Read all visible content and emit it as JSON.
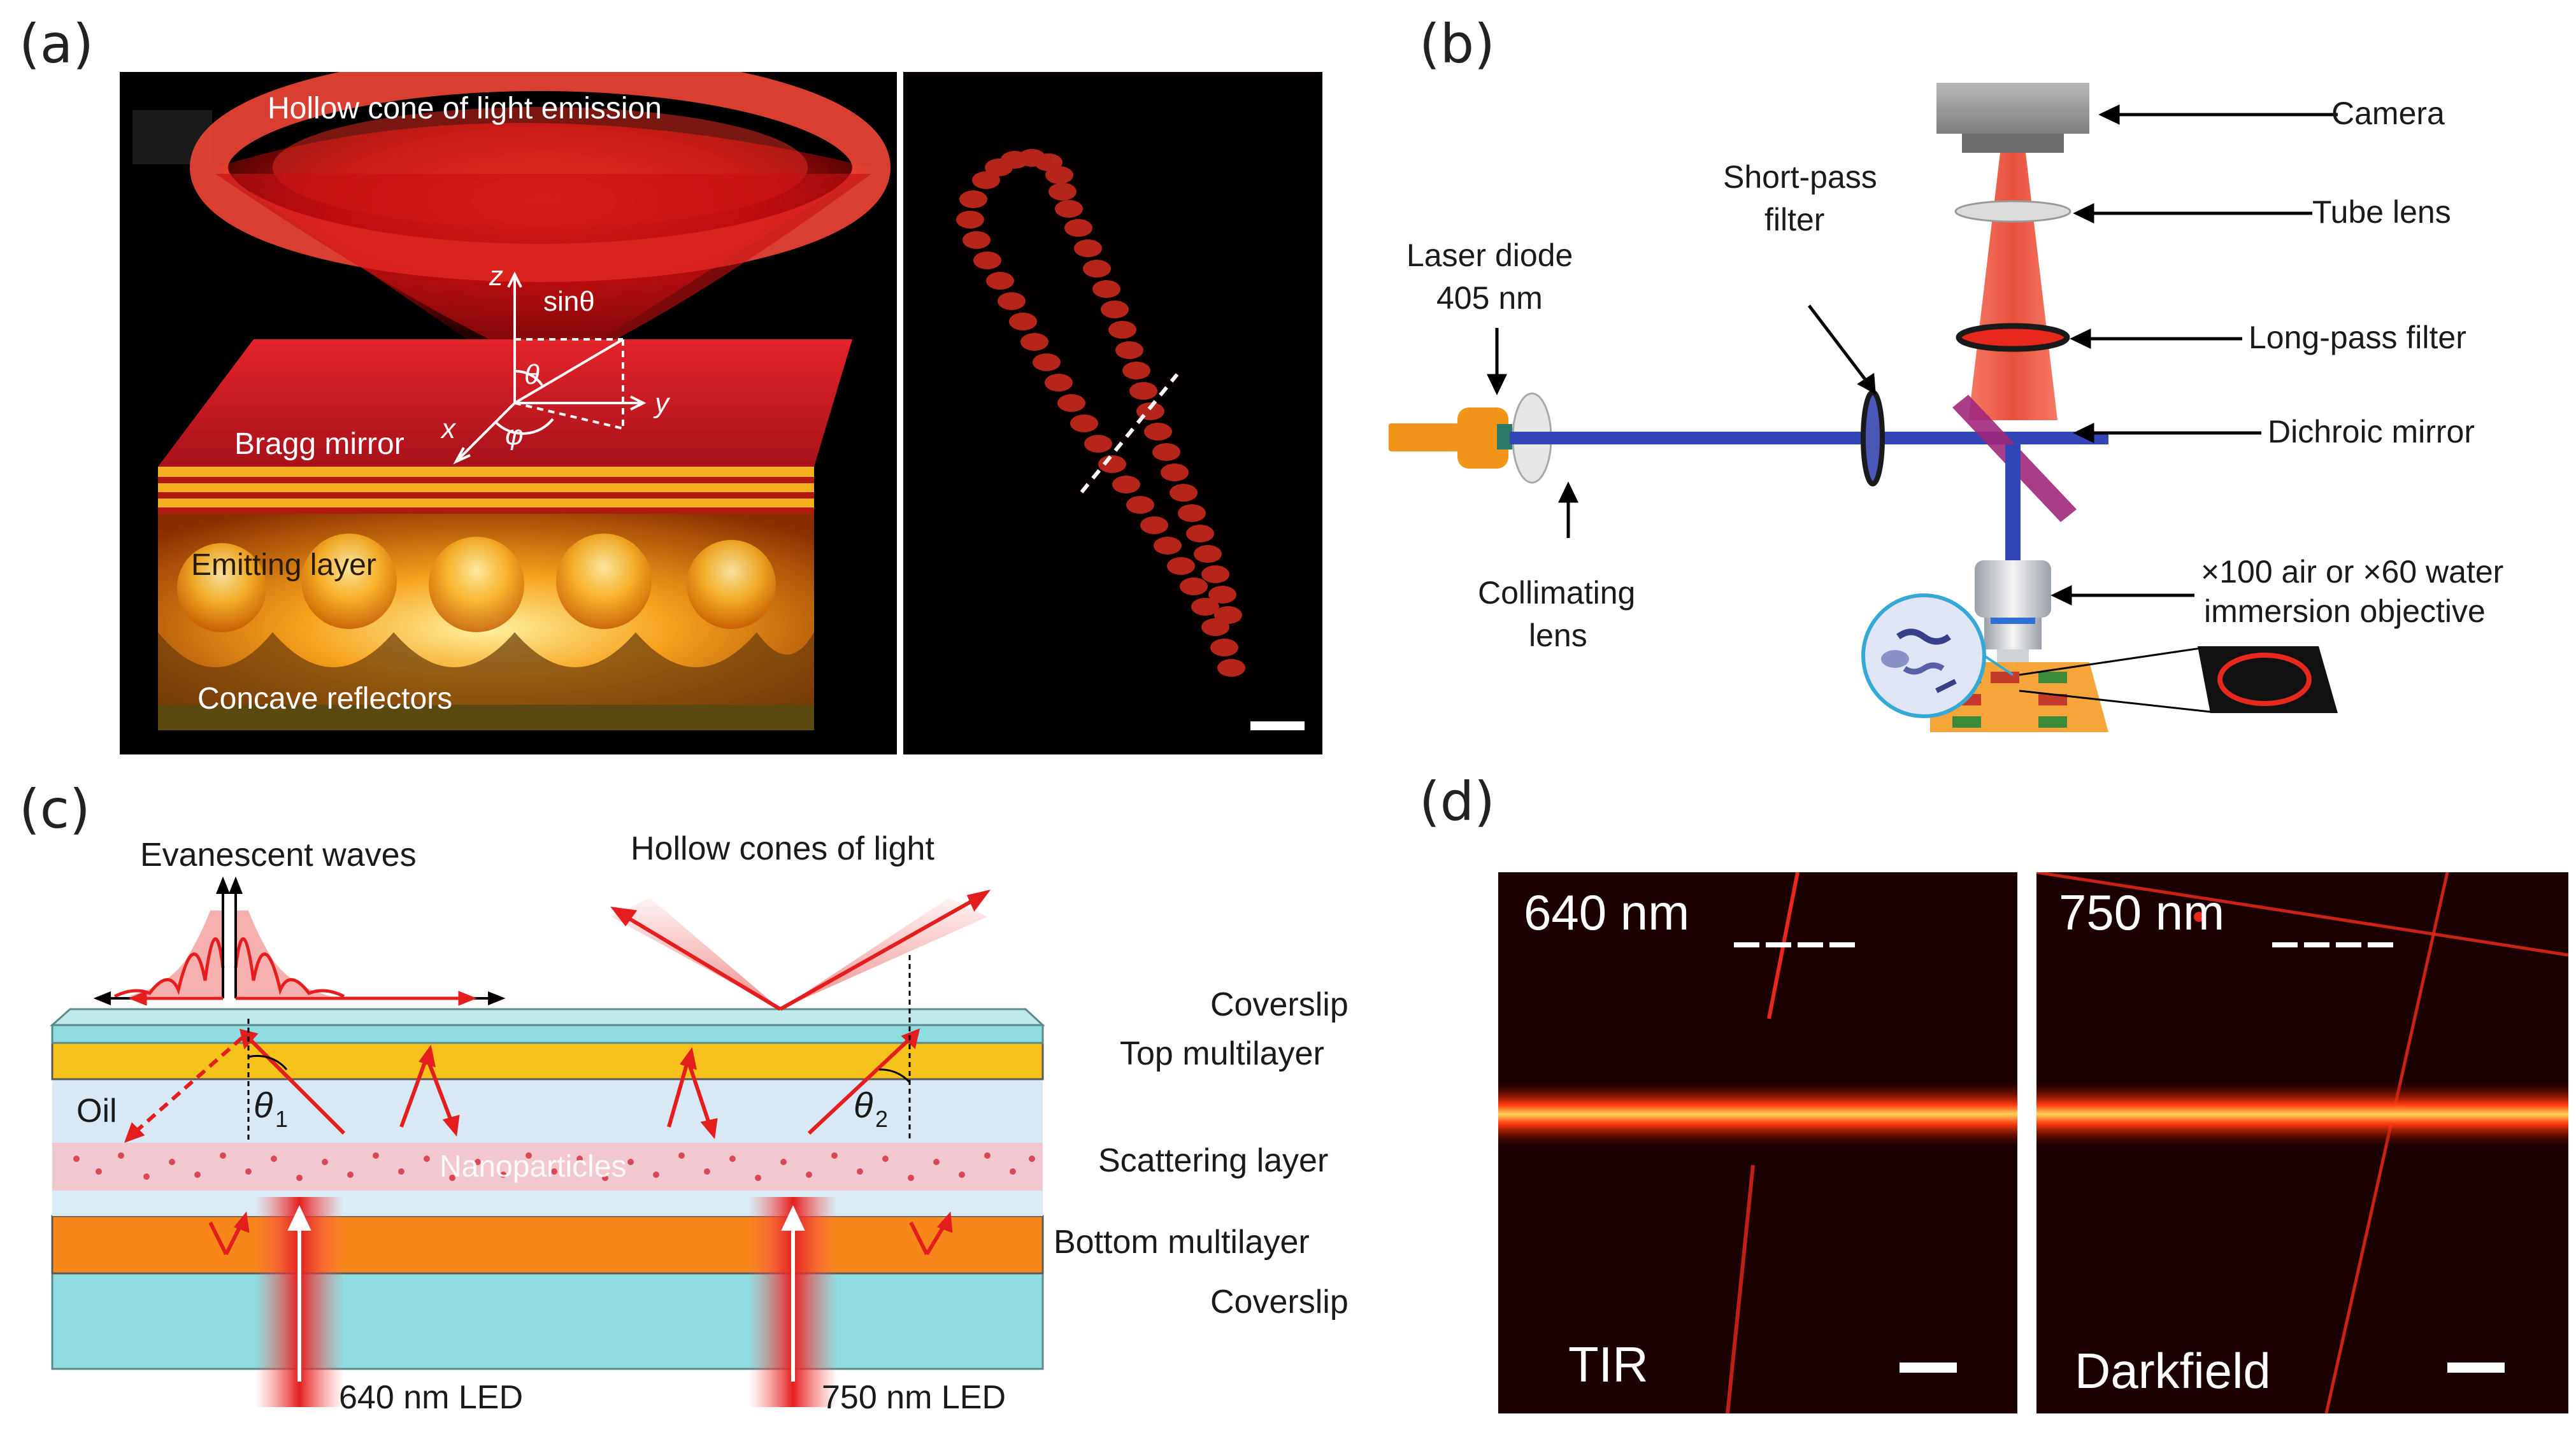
{
  "panels": {
    "a": {
      "label": "(a)",
      "emission": "Hollow cone of light emission",
      "bragg": "Bragg mirror",
      "emitting": "Emitting layer",
      "reflectors": "Concave reflectors",
      "axis_z": "z",
      "axis_x": "x",
      "axis_y": "y",
      "sin": "sinθ",
      "theta": "θ",
      "phi": "φ"
    },
    "b": {
      "label": "(b)",
      "camera": "Camera",
      "tube": "Tube lens",
      "longpass": "Long-pass filter",
      "dichroic": "Dichroic mirror",
      "objective_1": "×100 air or ×60 water",
      "objective_2": "immersion objective",
      "shortpass_1": "Short-pass",
      "shortpass_2": "filter",
      "laser_1": "Laser diode",
      "laser_2": "405 nm",
      "collimating_1": "Collimating",
      "collimating_2": "lens"
    },
    "c": {
      "label": "(c)",
      "evanescent": "Evanescent waves",
      "hollow": "Hollow cones of light",
      "coverslip_top": "Coverslip",
      "top_multilayer": "Top multilayer",
      "oil": "Oil",
      "theta1": "θ",
      "theta1_sub": "1",
      "theta2": "θ",
      "theta2_sub": "2",
      "nanoparticles": "Nanoparticles",
      "scattering": "Scattering layer",
      "bottom_multilayer": "Bottom multilayer",
      "coverslip_bottom": "Coverslip",
      "led1": "640 nm LED",
      "led2": "750 nm LED"
    },
    "d": {
      "label": "(d)",
      "left_wavelength": "640 nm",
      "left_mode": "TIR",
      "right_wavelength": "750 nm",
      "right_mode": "Darkfield"
    }
  },
  "colors": {
    "red": "#e41e1e",
    "laser_blue": "#3346b5",
    "orange_layer": "#f7861b",
    "cyan_layer": "#8fdde0",
    "yellow_layer": "#f7c21c"
  }
}
